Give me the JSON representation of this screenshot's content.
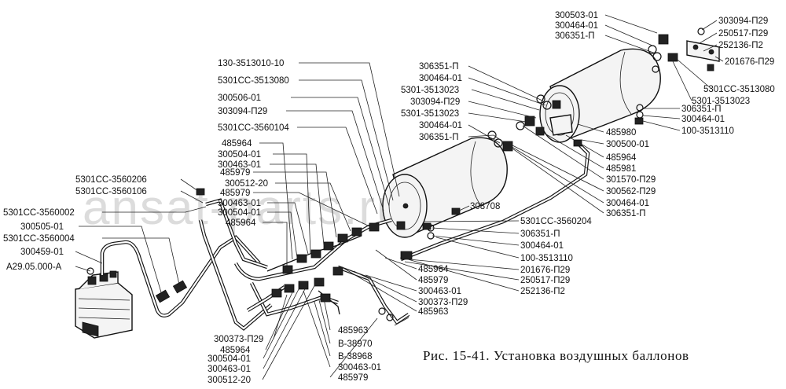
{
  "caption": "Рис. 15-41. Установка воздушных баллонов",
  "watermark": "ansat-parts.ru",
  "labels": [
    {
      "text": "300503-01"
    },
    {
      "text": "300464-01"
    },
    {
      "text": "306351-П"
    },
    {
      "text": "303094-П29"
    },
    {
      "text": "250517-П29"
    },
    {
      "text": "252136-П2"
    },
    {
      "text": "201676-П29"
    },
    {
      "text": "5301СС-3513080"
    },
    {
      "text": "5301-3513023"
    },
    {
      "text": "306351-П"
    },
    {
      "text": "300464-01"
    },
    {
      "text": "100-3513110"
    },
    {
      "text": "130-3513010-10"
    },
    {
      "text": "5301СС-3513080"
    },
    {
      "text": "300506-01"
    },
    {
      "text": "303094-П29"
    },
    {
      "text": "5301СС-3560104"
    },
    {
      "text": "306351-П"
    },
    {
      "text": "300464-01"
    },
    {
      "text": "5301-3513023"
    },
    {
      "text": "303094-П29"
    },
    {
      "text": "5301-3513023"
    },
    {
      "text": "300464-01"
    },
    {
      "text": "306351-П"
    },
    {
      "text": "485980"
    },
    {
      "text": "300500-01"
    },
    {
      "text": "485964"
    },
    {
      "text": "485981"
    },
    {
      "text": "301570-П29"
    },
    {
      "text": "300562-П29"
    },
    {
      "text": "300464-01"
    },
    {
      "text": "306351-П"
    },
    {
      "text": "308708"
    },
    {
      "text": "485964"
    },
    {
      "text": "300504-01"
    },
    {
      "text": "300463-01"
    },
    {
      "text": "485979"
    },
    {
      "text": "300512-20"
    },
    {
      "text": "485979"
    },
    {
      "text": "300463-01"
    },
    {
      "text": "300504-01"
    },
    {
      "text": "485964"
    },
    {
      "text": "5301СС-3560206"
    },
    {
      "text": "5301СС-3560106"
    },
    {
      "text": "5301СС-3560002"
    },
    {
      "text": "300505-01"
    },
    {
      "text": "5301СС-3560004"
    },
    {
      "text": "300459-01"
    },
    {
      "text": "А29.05.000-А"
    },
    {
      "text": "5301СС-3560204"
    },
    {
      "text": "306351-П"
    },
    {
      "text": "300464-01"
    },
    {
      "text": "100-3513110"
    },
    {
      "text": "201676-П29"
    },
    {
      "text": "250517-П29"
    },
    {
      "text": "252136-П2"
    },
    {
      "text": "485964"
    },
    {
      "text": "485979"
    },
    {
      "text": "300463-01"
    },
    {
      "text": "300373-П29"
    },
    {
      "text": "485963"
    },
    {
      "text": "300373-П29"
    },
    {
      "text": "485964"
    },
    {
      "text": "300504-01"
    },
    {
      "text": "300463-01"
    },
    {
      "text": "300512-20"
    },
    {
      "text": "485963"
    },
    {
      "text": "В-38970"
    },
    {
      "text": "В-38968"
    },
    {
      "text": "300463-01"
    },
    {
      "text": "485979"
    }
  ]
}
